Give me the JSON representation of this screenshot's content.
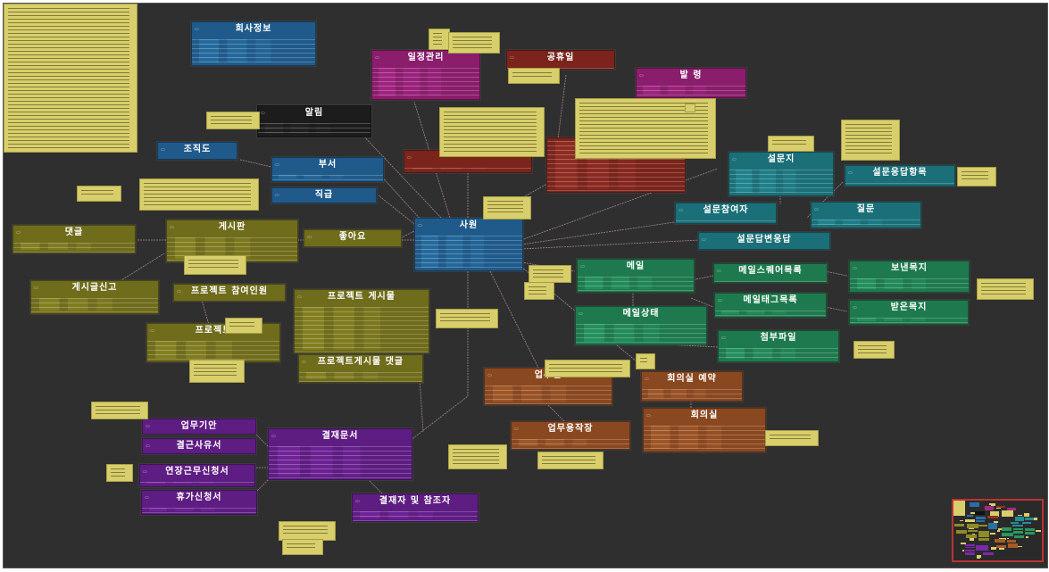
{
  "diagram": {
    "tables": [
      {
        "id": "company",
        "label": "회사정보",
        "color": "blue"
      },
      {
        "id": "schedule",
        "label": "일정관리",
        "color": "mag"
      },
      {
        "id": "holiday",
        "label": "공휴일",
        "color": "red"
      },
      {
        "id": "alarm",
        "label": "알림",
        "color": "blk"
      },
      {
        "id": "hr",
        "label": "발 령",
        "color": "mag"
      },
      {
        "id": "org",
        "label": "조직도",
        "color": "blue"
      },
      {
        "id": "dept",
        "label": "부서",
        "color": "blue"
      },
      {
        "id": "position",
        "label": "직급",
        "color": "blue"
      },
      {
        "id": "comment",
        "label": "댓글",
        "color": "olv"
      },
      {
        "id": "board",
        "label": "게시판",
        "color": "olv"
      },
      {
        "id": "like",
        "label": "좋아요",
        "color": "olv"
      },
      {
        "id": "employee",
        "label": "사원",
        "color": "blue"
      },
      {
        "id": "report",
        "label": "게시글신고",
        "color": "olv"
      },
      {
        "id": "projmember",
        "label": "프로젝트 참여인원",
        "color": "olv"
      },
      {
        "id": "projpost",
        "label": "프로젝트 게시물",
        "color": "olv"
      },
      {
        "id": "project",
        "label": "프로젝트",
        "color": "olv"
      },
      {
        "id": "projcomment",
        "label": "프로젝트게시물 댓글",
        "color": "olv"
      },
      {
        "id": "survey",
        "label": "설문지",
        "color": "teal"
      },
      {
        "id": "surveyans",
        "label": "설문응답항목",
        "color": "teal"
      },
      {
        "id": "surveyuser",
        "label": "설문참여자",
        "color": "teal"
      },
      {
        "id": "question",
        "label": "질문",
        "color": "teal"
      },
      {
        "id": "surveyresp",
        "label": "설문답변응답",
        "color": "teal"
      },
      {
        "id": "mail",
        "label": "메일",
        "color": "grn"
      },
      {
        "id": "mailstar",
        "label": "메일스퀘어목록",
        "color": "grn"
      },
      {
        "id": "sentbox",
        "label": "보낸목지",
        "color": "grn"
      },
      {
        "id": "mailtag",
        "label": "메일태그목록",
        "color": "grn"
      },
      {
        "id": "mailstatus",
        "label": "메일상태",
        "color": "grn"
      },
      {
        "id": "inbox",
        "label": "받은목지",
        "color": "grn"
      },
      {
        "id": "attach",
        "label": "첨부파일",
        "color": "grn"
      },
      {
        "id": "worklog",
        "label": "업무일",
        "color": "org"
      },
      {
        "id": "roomres",
        "label": "회의실 예약",
        "color": "org"
      },
      {
        "id": "room",
        "label": "회의실",
        "color": "org"
      },
      {
        "id": "workreport",
        "label": "업무용작장",
        "color": "org"
      },
      {
        "id": "draft",
        "label": "업무기안",
        "color": "pur"
      },
      {
        "id": "expense",
        "label": "결근사유서",
        "color": "pur"
      },
      {
        "id": "approval",
        "label": "결재문서",
        "color": "pur"
      },
      {
        "id": "overtime",
        "label": "연장근무신청서",
        "color": "pur"
      },
      {
        "id": "leave",
        "label": "휴가신청서",
        "color": "pur"
      },
      {
        "id": "approver",
        "label": "결재자 및 참조자",
        "color": "pur"
      },
      {
        "id": "redmain",
        "label": "",
        "color": "red"
      }
    ],
    "notes_count": 36
  }
}
